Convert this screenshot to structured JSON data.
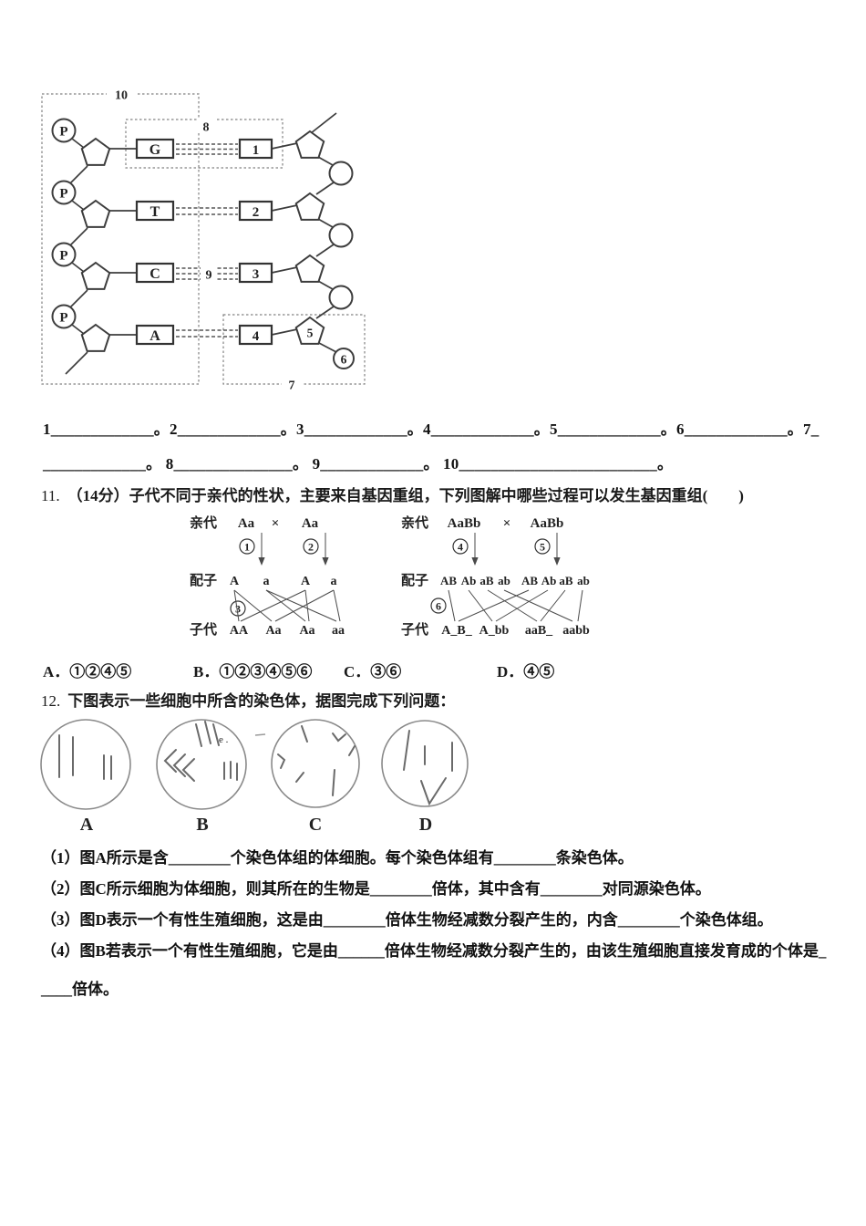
{
  "dna": {
    "p": "P",
    "bases": [
      "G",
      "T",
      "C",
      "A"
    ],
    "slots": [
      "1",
      "2",
      "3",
      "4"
    ],
    "labels": {
      "five": "5",
      "six": "6",
      "seven": "7",
      "eight": "8",
      "nine": "9",
      "ten": "10"
    }
  },
  "blanks": {
    "row1": "1_____________。2_____________。3_____________。4_____________。5_____________。6_____________。7_",
    "row2": "_____________。 8_______________。 9_____________。 10_________________________。"
  },
  "q11": {
    "number": "11.",
    "stem": "（14分）子代不同于亲代的性状，主要来自基因重组，下列图解中哪些过程可以发生基因重组(　　)",
    "left": {
      "parent": "亲代",
      "p1": "Aa",
      "times": "×",
      "p2": "Aa",
      "n1": "1",
      "n2": "2",
      "n3": "3",
      "gametes_label": "配子",
      "g": [
        "A",
        "a",
        "A",
        "a"
      ],
      "offspring_label": "子代",
      "o": [
        "AA",
        "Aa",
        "Aa",
        "aa"
      ]
    },
    "right": {
      "parent": "亲代",
      "p1": "AaBb",
      "times": "×",
      "p2": "AaBb",
      "n1": "4",
      "n2": "5",
      "n3": "6",
      "gametes_label": "配子",
      "g": [
        "AB",
        "Ab",
        "aB",
        "ab",
        "AB",
        "Ab",
        "aB",
        "ab"
      ],
      "offspring_label": "子代",
      "o": [
        "A_B_",
        "A_bb",
        "aaB_",
        "aabb"
      ]
    },
    "choices": [
      "A．①②④⑤",
      "B．①②③④⑤⑥",
      "C．③⑥",
      "D．④⑤"
    ]
  },
  "q12": {
    "number": "12.",
    "stem": "下图表示一些细胞中所含的染色体，据图完成下列问题：",
    "cells": [
      "A",
      "B",
      "C",
      "D"
    ],
    "artifact": "e .",
    "sub1": "（1）图A所示是含________个染色体组的体细胞。每个染色体组有________条染色体。",
    "sub2": "（2）图C所示细胞为体细胞，则其所在的生物是________倍体，其中含有________对同源染色体。",
    "sub3": "（3）图D表示一个有性生殖细胞，这是由________倍体生物经减数分裂产生的，内含________个染色体组。",
    "sub4_line1": "（4）图B若表示一个有性生殖细胞，它是由______倍体生物经减数分裂产生的，由该生殖细胞直接发育成的个体是_",
    "sub4_line2": "____倍体。"
  }
}
